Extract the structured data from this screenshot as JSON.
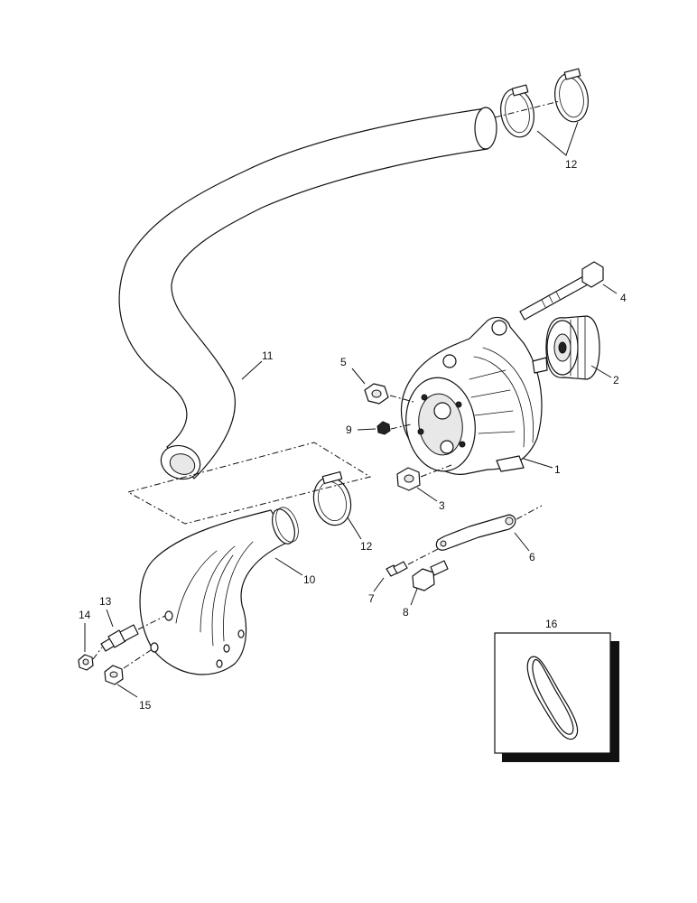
{
  "callouts": {
    "c1": "1",
    "c2": "2",
    "c3": "3",
    "c4": "4",
    "c5": "5",
    "c6": "6",
    "c7": "7",
    "c8": "8",
    "c9": "9",
    "c10": "10",
    "c11": "11",
    "c12_top": "12",
    "c12_mid": "12",
    "c13": "13",
    "c14": "14",
    "c15": "15",
    "c16": "16"
  }
}
